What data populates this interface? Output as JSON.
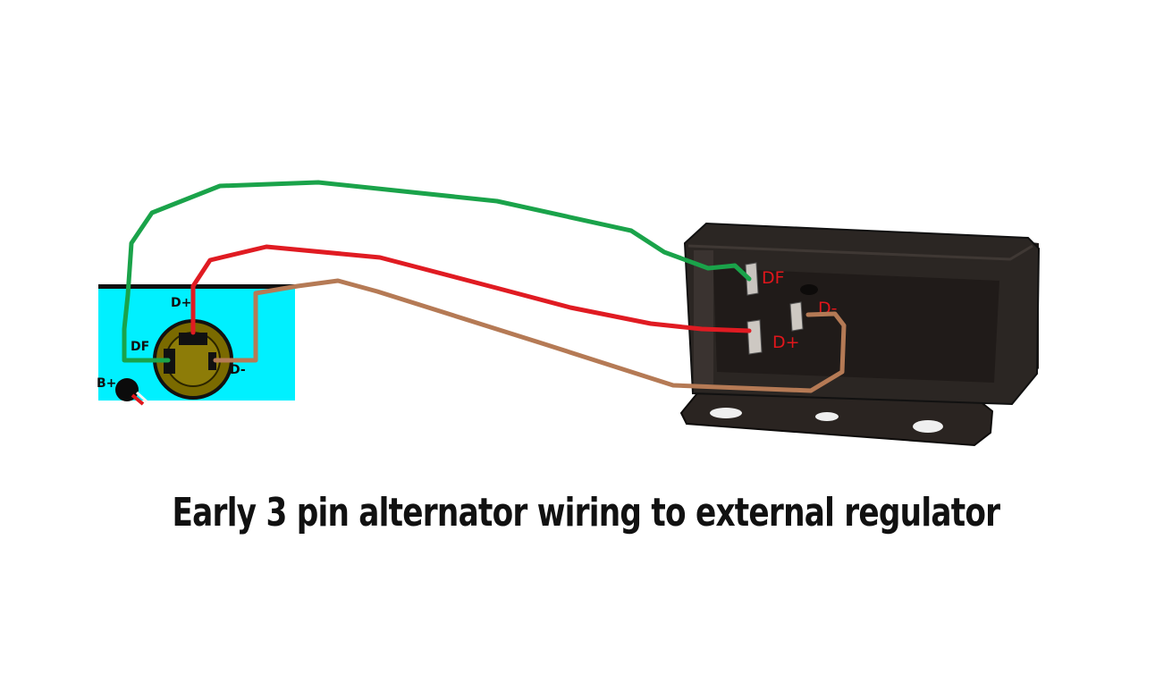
{
  "caption": "Early 3 pin alternator wiring to external regulator",
  "alternator": {
    "background_color": "#00f0ff",
    "plug_color": "#7a6a00",
    "labels": {
      "d_plus": "D+",
      "df": "DF",
      "d_minus": "D-",
      "b_plus": "B+"
    }
  },
  "regulator": {
    "body_color": "#2b2623",
    "labels": {
      "df": "DF",
      "d_plus": "D+",
      "d_minus": "D-"
    }
  },
  "wires": [
    {
      "name": "DF wire",
      "color": "#1aa34a",
      "from": "DF",
      "to": "DF"
    },
    {
      "name": "D+ wire",
      "color": "#e01b22",
      "from": "D+",
      "to": "D+"
    },
    {
      "name": "D- wire",
      "color": "#b57a55",
      "from": "D-",
      "to": "D-"
    }
  ]
}
